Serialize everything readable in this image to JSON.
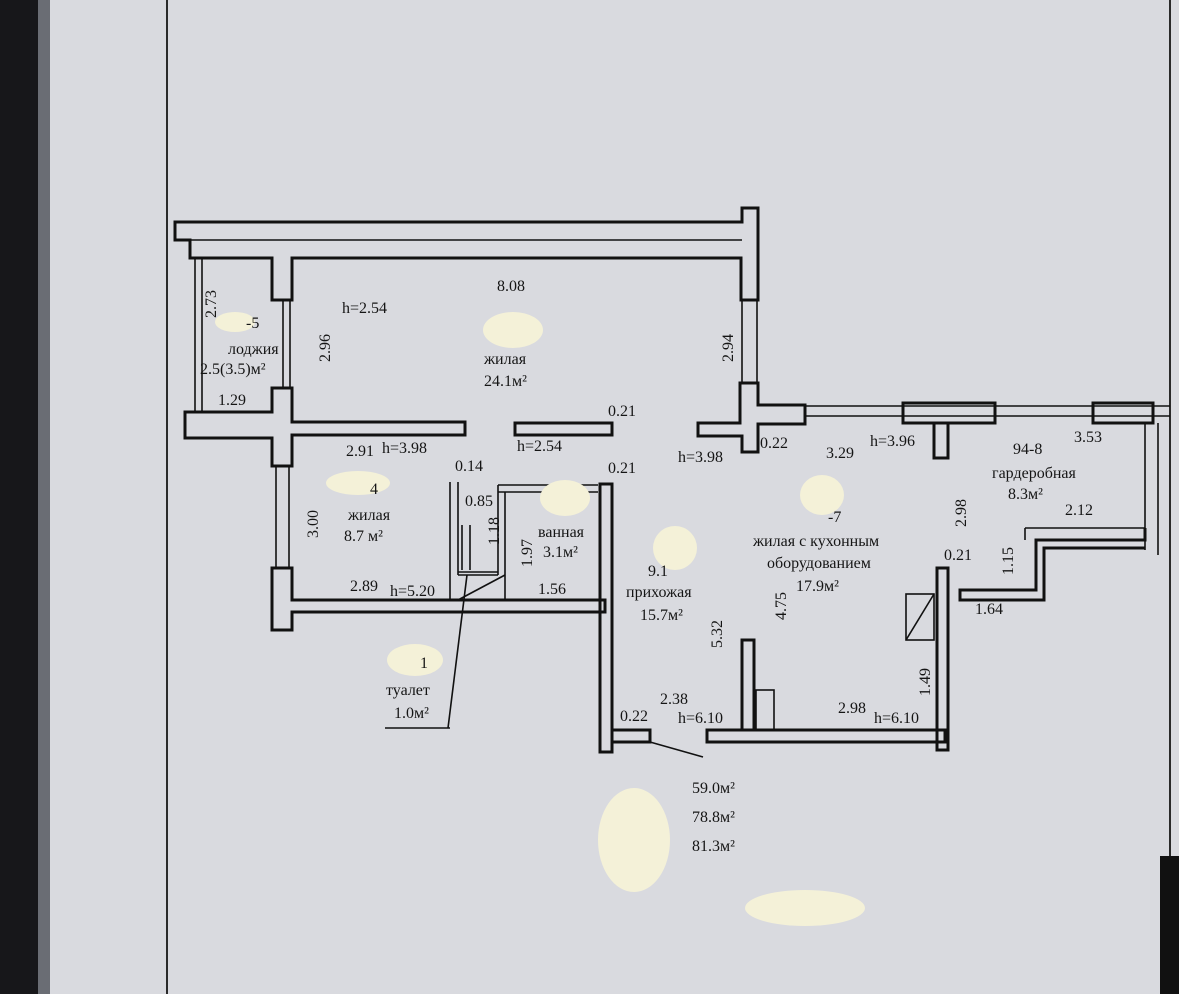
{
  "rooms": {
    "loggia": {
      "number": "-5",
      "name": "лоджия",
      "area": "2.5(3.5)м²"
    },
    "living_big": {
      "name": "жилая",
      "area": "24.1м²"
    },
    "living_small": {
      "number": "4",
      "name": "жилая",
      "area": "8.7 м²"
    },
    "bath": {
      "name": "ванная",
      "area": "3.1м²"
    },
    "hall": {
      "number": "9.1",
      "name": "прихожая",
      "area": "15.7м²"
    },
    "kitchen": {
      "number": "-7",
      "name_line1": "жилая с кухонным",
      "name_line2": "оборудованием",
      "area": "17.9м²"
    },
    "wardrobe": {
      "number": "94-8",
      "name": "гардеробная",
      "area": "8.3м²"
    },
    "toilet": {
      "number": "1",
      "name": "туалет",
      "area": "1.0м²"
    }
  },
  "dimensions": {
    "d_273": "2.73",
    "d_296": "2.96",
    "d_129": "1.29",
    "d_808": "8.08",
    "h_254_top": "h=2.54",
    "d_294": "2.94",
    "d_021_a": "0.21",
    "d_291": "2.91",
    "h_398_a": "h=3.98",
    "h_254_mid": "h=2.54",
    "d_014": "0.14",
    "d_085": "0.85",
    "d_118": "1.18",
    "d_197": "1.97",
    "d_021_b": "0.21",
    "h_398_b": "h=3.98",
    "d_022_a": "0.22",
    "d_329": "3.29",
    "h_396": "h=3.96",
    "d_353": "3.53",
    "d_298_a": "2.98",
    "d_212": "2.12",
    "d_115": "1.15",
    "d_021_c": "0.21",
    "d_164": "1.64",
    "d_300": "3.00",
    "d_289": "2.89",
    "h_520": "h=5.20",
    "d_156": "1.56",
    "d_532": "5.32",
    "d_475": "4.75",
    "d_149": "1.49",
    "d_238": "2.38",
    "d_022_b": "0.22",
    "h_610_a": "h=6.10",
    "d_298_b": "2.98",
    "h_610_b": "h=6.10"
  },
  "totals": {
    "t1": "59.0м²",
    "t2": "78.8м²",
    "t3": "81.3м²"
  }
}
